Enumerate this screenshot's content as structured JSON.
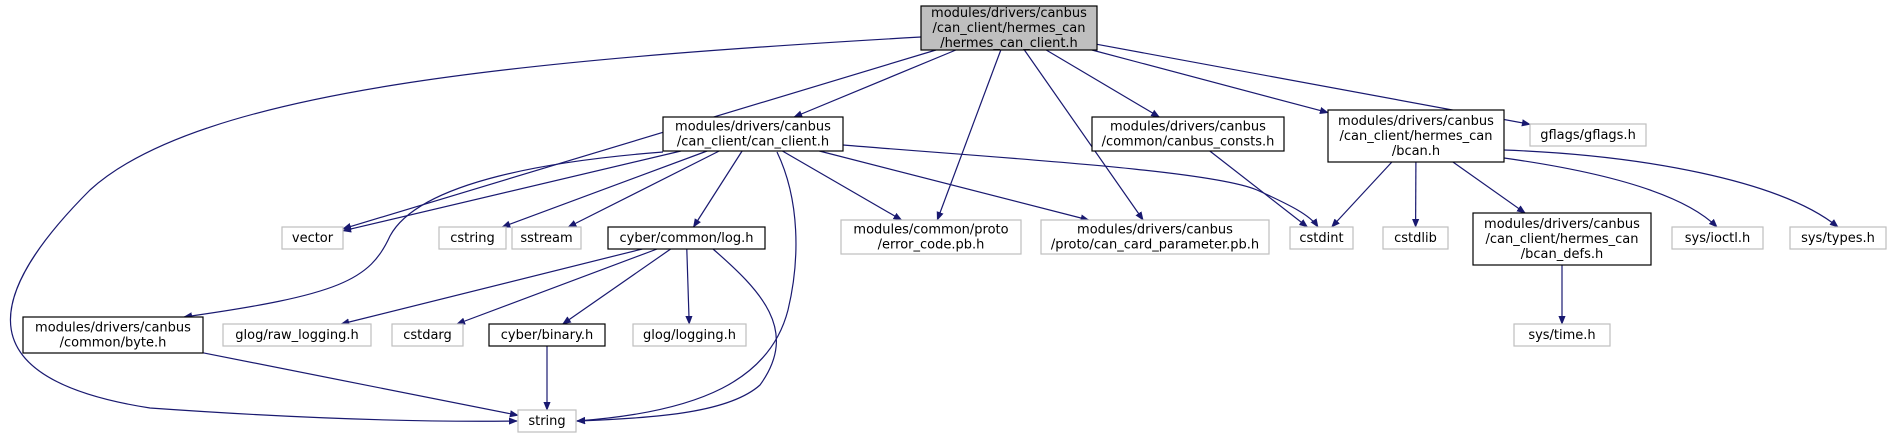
{
  "colors": {
    "edge": "#191970",
    "root_fill": "#bfbfbf",
    "documented_border": "#000000",
    "undocumented_border": "#bfbfbf",
    "text": "#000000"
  },
  "nodes": [
    {
      "id": "root",
      "lines": [
        "modules/drivers/canbus",
        "/can_client/hermes_can",
        "/hermes_can_client.h"
      ],
      "style": "root"
    },
    {
      "id": "vector",
      "lines": [
        "vector"
      ],
      "style": "undocumented"
    },
    {
      "id": "can_client",
      "lines": [
        "modules/drivers/canbus",
        "/can_client/can_client.h"
      ],
      "style": "documented"
    },
    {
      "id": "error_code",
      "lines": [
        "modules/common/proto",
        "/error_code.pb.h"
      ],
      "style": "undocumented"
    },
    {
      "id": "can_card_parameter",
      "lines": [
        "modules/drivers/canbus",
        "/proto/can_card_parameter.pb.h"
      ],
      "style": "undocumented"
    },
    {
      "id": "canbus_consts",
      "lines": [
        "modules/drivers/canbus",
        "/common/canbus_consts.h"
      ],
      "style": "documented"
    },
    {
      "id": "bcan",
      "lines": [
        "modules/drivers/canbus",
        "/can_client/hermes_can",
        "/bcan.h"
      ],
      "style": "documented"
    },
    {
      "id": "gflags",
      "lines": [
        "gflags/gflags.h"
      ],
      "style": "undocumented"
    },
    {
      "id": "cstring",
      "lines": [
        "cstring"
      ],
      "style": "undocumented"
    },
    {
      "id": "sstream",
      "lines": [
        "sstream"
      ],
      "style": "undocumented"
    },
    {
      "id": "log",
      "lines": [
        "cyber/common/log.h"
      ],
      "style": "documented"
    },
    {
      "id": "cstdint",
      "lines": [
        "cstdint"
      ],
      "style": "undocumented"
    },
    {
      "id": "cstdlib",
      "lines": [
        "cstdlib"
      ],
      "style": "undocumented"
    },
    {
      "id": "bcan_defs",
      "lines": [
        "modules/drivers/canbus",
        "/can_client/hermes_can",
        "/bcan_defs.h"
      ],
      "style": "documented"
    },
    {
      "id": "sys_ioctl",
      "lines": [
        "sys/ioctl.h"
      ],
      "style": "undocumented"
    },
    {
      "id": "sys_types",
      "lines": [
        "sys/types.h"
      ],
      "style": "undocumented"
    },
    {
      "id": "byte",
      "lines": [
        "modules/drivers/canbus",
        "/common/byte.h"
      ],
      "style": "documented"
    },
    {
      "id": "raw_logging",
      "lines": [
        "glog/raw_logging.h"
      ],
      "style": "undocumented"
    },
    {
      "id": "cstdarg",
      "lines": [
        "cstdarg"
      ],
      "style": "undocumented"
    },
    {
      "id": "binary",
      "lines": [
        "cyber/binary.h"
      ],
      "style": "documented"
    },
    {
      "id": "glog_logging",
      "lines": [
        "glog/logging.h"
      ],
      "style": "undocumented"
    },
    {
      "id": "sys_time",
      "lines": [
        "sys/time.h"
      ],
      "style": "undocumented"
    },
    {
      "id": "string",
      "lines": [
        "string"
      ],
      "style": "undocumented"
    }
  ],
  "edges": [
    {
      "from": "root",
      "to": "string"
    },
    {
      "from": "root",
      "to": "vector"
    },
    {
      "from": "root",
      "to": "can_client"
    },
    {
      "from": "root",
      "to": "error_code"
    },
    {
      "from": "root",
      "to": "can_card_parameter"
    },
    {
      "from": "root",
      "to": "canbus_consts"
    },
    {
      "from": "root",
      "to": "bcan"
    },
    {
      "from": "root",
      "to": "gflags"
    },
    {
      "from": "can_client",
      "to": "vector"
    },
    {
      "from": "can_client",
      "to": "byte"
    },
    {
      "from": "can_client",
      "to": "cstring"
    },
    {
      "from": "can_client",
      "to": "sstream"
    },
    {
      "from": "can_client",
      "to": "log"
    },
    {
      "from": "can_client",
      "to": "string"
    },
    {
      "from": "can_client",
      "to": "error_code"
    },
    {
      "from": "can_client",
      "to": "can_card_parameter"
    },
    {
      "from": "can_client",
      "to": "cstdint"
    },
    {
      "from": "canbus_consts",
      "to": "cstdint"
    },
    {
      "from": "bcan",
      "to": "cstdint"
    },
    {
      "from": "bcan",
      "to": "cstdlib"
    },
    {
      "from": "bcan",
      "to": "bcan_defs"
    },
    {
      "from": "bcan",
      "to": "sys_ioctl"
    },
    {
      "from": "bcan",
      "to": "sys_types"
    },
    {
      "from": "bcan_defs",
      "to": "sys_time"
    },
    {
      "from": "log",
      "to": "raw_logging"
    },
    {
      "from": "log",
      "to": "cstdarg"
    },
    {
      "from": "log",
      "to": "binary"
    },
    {
      "from": "log",
      "to": "glog_logging"
    },
    {
      "from": "log",
      "to": "string"
    },
    {
      "from": "byte",
      "to": "string"
    },
    {
      "from": "binary",
      "to": "string"
    }
  ]
}
